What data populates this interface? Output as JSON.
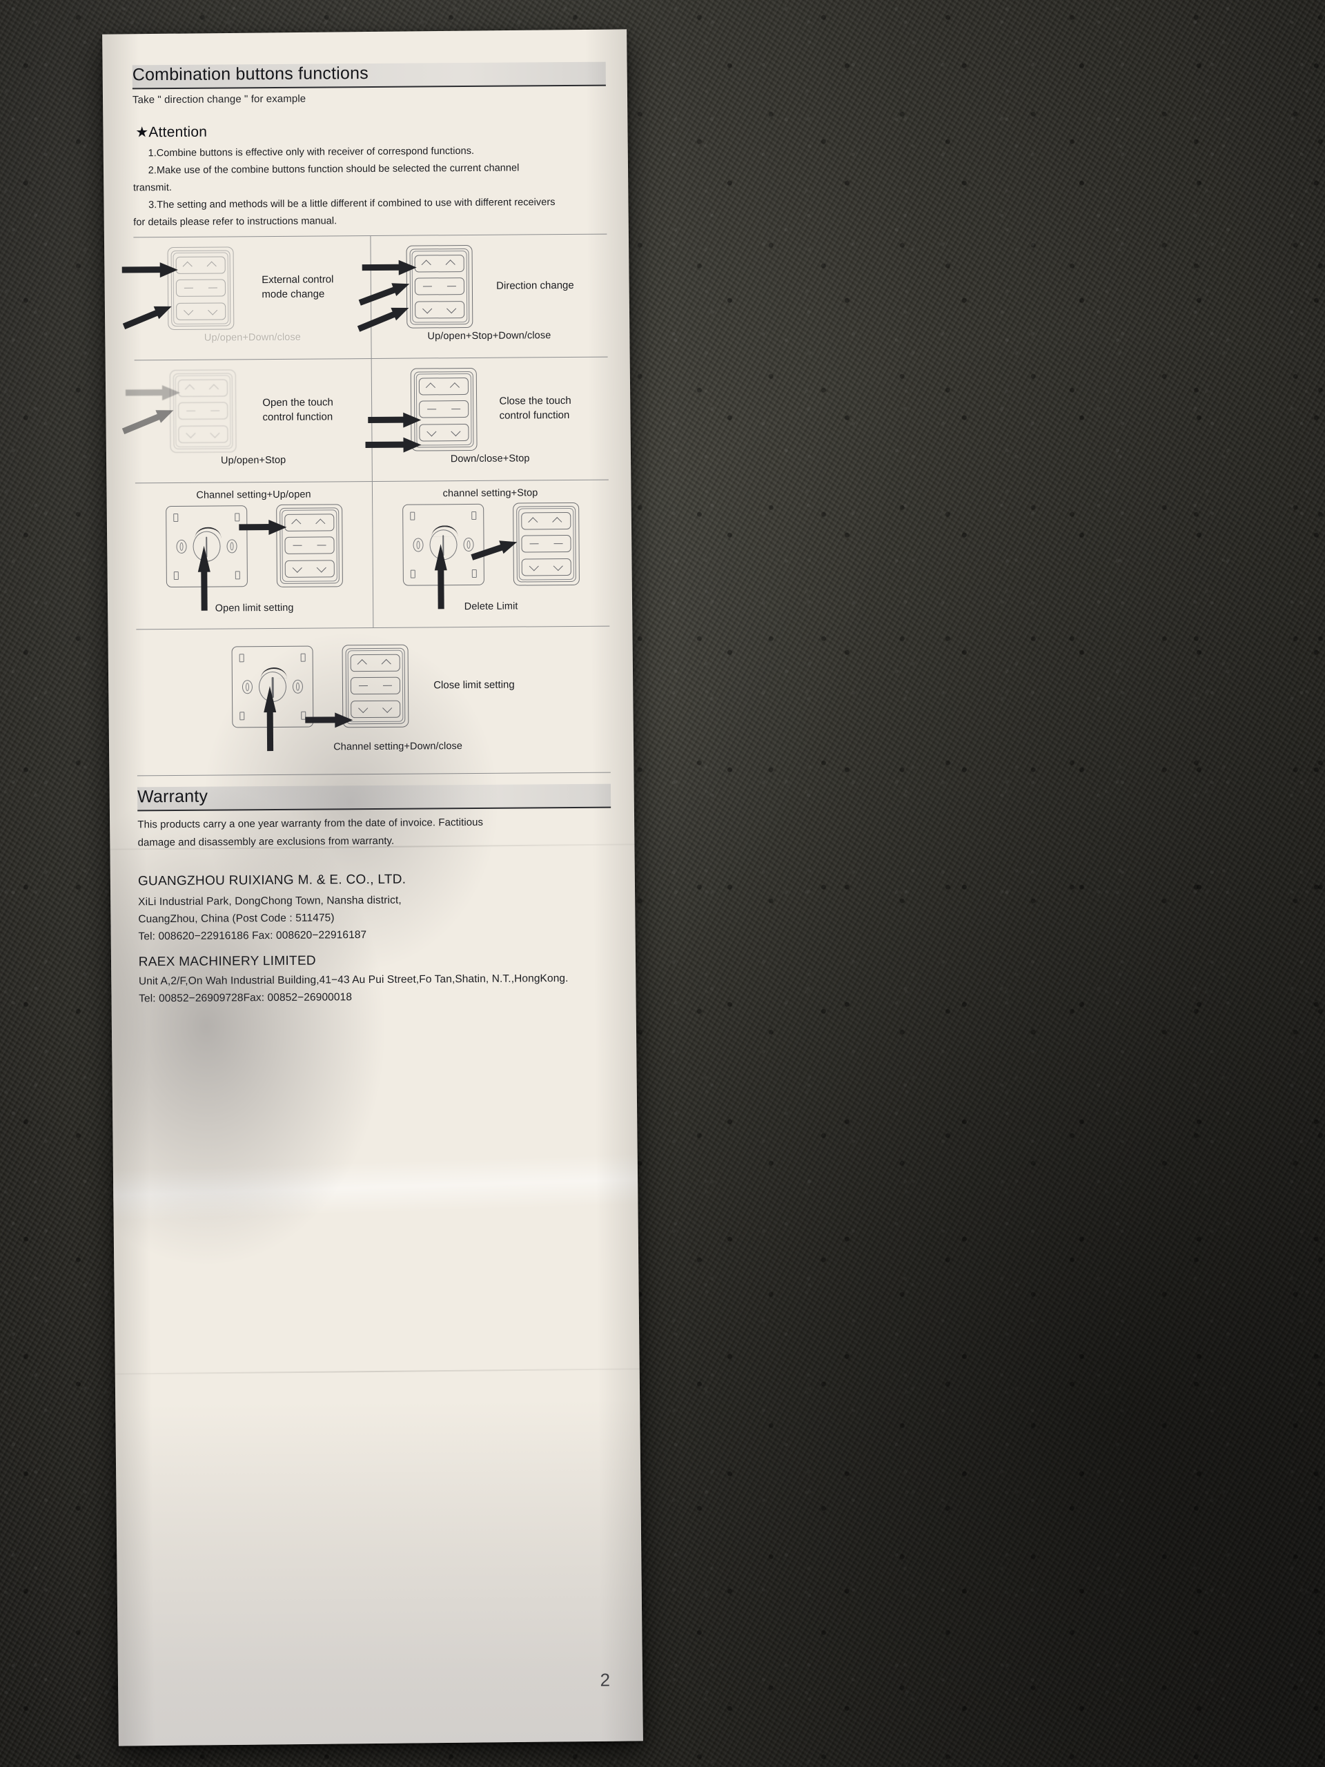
{
  "document": {
    "page_number": "2",
    "section1": {
      "title": "Combination buttons functions",
      "subtitle": "Take \" direction change \" for example",
      "attention_heading": "★Attention",
      "notes": [
        "1.Combine buttons is effective only with receiver of correspond functions.",
        "2.Make use of the combine buttons function should be selected the current channel",
        "transmit.",
        "3.The setting and methods will be a little different if combined to use with different receivers",
        "for details please refer to instructions manual."
      ]
    },
    "diagrams": [
      {
        "caption_top": "",
        "caption_bottom": "Up/open+Down/close",
        "description": "External control\nmode change",
        "desc_line1": "External control",
        "desc_line2": "mode change",
        "figure": "wall-switch-3-button",
        "arrows": [
          "to-up-button",
          "to-down-button"
        ],
        "washed": true
      },
      {
        "caption_top": "",
        "caption_bottom": "Up/open+Stop+Down/close",
        "desc_line1": "Direction change",
        "desc_line2": "",
        "figure": "wall-switch-3-button",
        "arrows": [
          "to-up-button",
          "to-stop-button",
          "to-down-button"
        ],
        "washed": false
      },
      {
        "caption_top": "",
        "caption_bottom": "Up/open+Stop",
        "desc_line1": "Open the touch",
        "desc_line2": "control function",
        "figure": "wall-switch-3-button",
        "arrows": [
          "to-up-button",
          "to-stop-button"
        ],
        "washed": true
      },
      {
        "caption_top": "",
        "caption_bottom": "Down/close+Stop",
        "desc_line1": "Close the touch",
        "desc_line2": "control function",
        "figure": "wall-switch-3-button",
        "arrows": [
          "to-stop-button",
          "to-down-button"
        ],
        "washed": false
      },
      {
        "caption_top": "Channel setting+Up/open",
        "caption_bottom": "Open limit setting",
        "desc_line1": "",
        "desc_line2": "",
        "figure": "back-plate-plus-switch",
        "arrows": [
          "up-to-plate",
          "right-to-up-button"
        ],
        "washed": false
      },
      {
        "caption_top": "channel setting+Stop",
        "caption_bottom": "Delete Limit",
        "desc_line1": "",
        "desc_line2": "",
        "figure": "back-plate-plus-switch",
        "arrows": [
          "up-to-plate",
          "diagonal-to-stop-button"
        ],
        "washed": false
      },
      {
        "caption_top": "",
        "caption_bottom": "Channel setting+Down/close",
        "desc_line1": "Close limit setting",
        "desc_line2": "",
        "figure": "back-plate-plus-switch",
        "arrows": [
          "up-to-plate",
          "right-to-down-button"
        ],
        "washed": false
      }
    ],
    "section2": {
      "title": "Warranty",
      "body_line1": "This products carry a one year warranty from the date of invoice. Factitious",
      "body_line2": "damage and disassembly are exclusions from warranty."
    },
    "company1": {
      "name": "GUANGZHOU RUIXIANG M. & E. CO., LTD.",
      "address1": "XiLi Industrial Park, DongChong Town, Nansha district,",
      "address2": "CuangZhou, China (Post Code : 511475)",
      "contact": "Tel: 008620−22916186 Fax: 008620−22916187"
    },
    "company2": {
      "name": "RAEX MACHINERY LIMITED",
      "address1": "Unit A,2/F,On Wah Industrial Building,41−43 Au Pui Street,Fo Tan,Shatin, N.T.,HongKong.",
      "contact": "Tel: 00852−26909728Fax: 00852−26900018"
    }
  }
}
